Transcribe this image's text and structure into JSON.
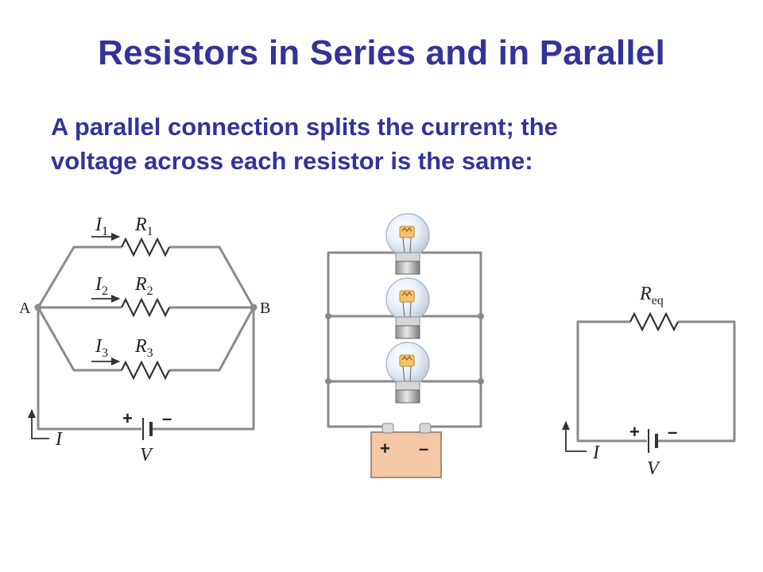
{
  "colors": {
    "heading": "#333399",
    "wire": "#8a8a8a",
    "battery_fill": "#f4c7a6",
    "battery_stroke": "#a88a78"
  },
  "slide": {
    "title": "Resistors in Series and in Parallel",
    "subtitle_lines": [
      "A parallel connection splits the current; the",
      "voltage across each resistor is the same:"
    ]
  },
  "circuit_parallel": {
    "node_a": "A",
    "node_b": "B",
    "branches": [
      {
        "current": "I",
        "current_sub": "1",
        "resistor": "R",
        "resistor_sub": "1"
      },
      {
        "current": "I",
        "current_sub": "2",
        "resistor": "R",
        "resistor_sub": "2"
      },
      {
        "current": "I",
        "current_sub": "3",
        "resistor": "R",
        "resistor_sub": "3"
      }
    ],
    "battery": {
      "plus": "+",
      "minus": "–",
      "voltage": "V"
    },
    "total_current": "I"
  },
  "circuit_bulbs": {
    "bulb_icons": [
      "light-bulb-icon",
      "light-bulb-icon",
      "light-bulb-icon"
    ],
    "battery": {
      "plus": "+",
      "minus": "–"
    }
  },
  "circuit_equivalent": {
    "resistor": "R",
    "resistor_sub": "eq",
    "battery": {
      "plus": "+",
      "minus": "–",
      "voltage": "V"
    },
    "total_current": "I"
  }
}
